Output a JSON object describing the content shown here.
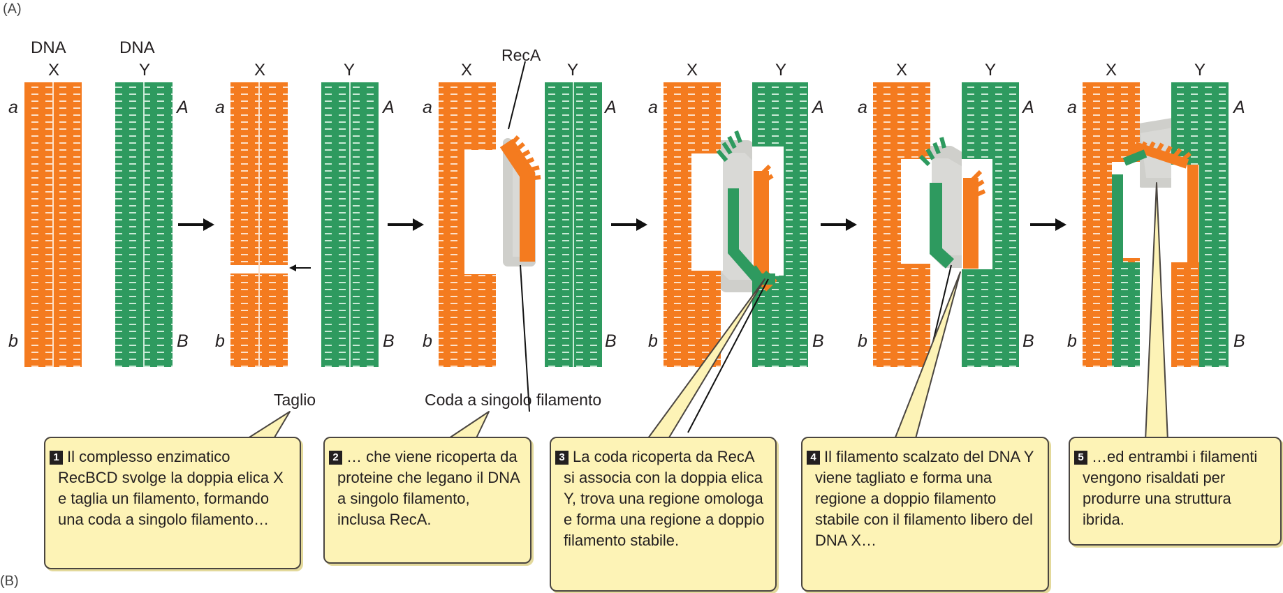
{
  "figure_labels": {
    "top": "(A)",
    "bottom": "(B)"
  },
  "colors": {
    "strand_x": "#f47b1f",
    "strand_y": "#2e9a5f",
    "callout_bg": "#fdf3b6",
    "recA_halo": "#d9d9d6"
  },
  "panel1": {
    "dna_word_x": "DNA",
    "dna_word_y": "DNA",
    "label_x": "X",
    "label_y": "Y"
  },
  "panels": [
    {
      "label_x": "X",
      "label_y": "Y"
    },
    {
      "label_x": "X",
      "label_y": "Y"
    },
    {
      "label_x": "X",
      "label_y": "Y"
    },
    {
      "label_x": "X",
      "label_y": "Y"
    },
    {
      "label_x": "X",
      "label_y": "Y"
    }
  ],
  "ends": {
    "a": "a",
    "b": "b",
    "A": "A",
    "B": "B"
  },
  "annotations": {
    "recA": "RecA",
    "cut": "Taglio",
    "tail": "Coda a singolo filamento"
  },
  "callouts": [
    {
      "number": "1",
      "text": "Il complesso enzimatico RecBCD svolge la doppia elica X e taglia un filamento, formando una coda a singolo filamento…"
    },
    {
      "number": "2",
      "text": "… che viene ricoperta da proteine che legano il DNA a singolo filamento, inclusa RecA."
    },
    {
      "number": "3",
      "text": "La coda ricoperta da RecA si associa con la doppia elica Y, trova una regione omologa e forma una regione a doppio filamento stabile."
    },
    {
      "number": "4",
      "text": "Il filamento scalzato del DNA Y viene tagliato e forma una regione a doppio filamento stabile con il filamento libero del DNA X…"
    },
    {
      "number": "5",
      "text": "…ed entrambi i filamenti vengono risaldati per produrre una struttura ibrida."
    }
  ]
}
